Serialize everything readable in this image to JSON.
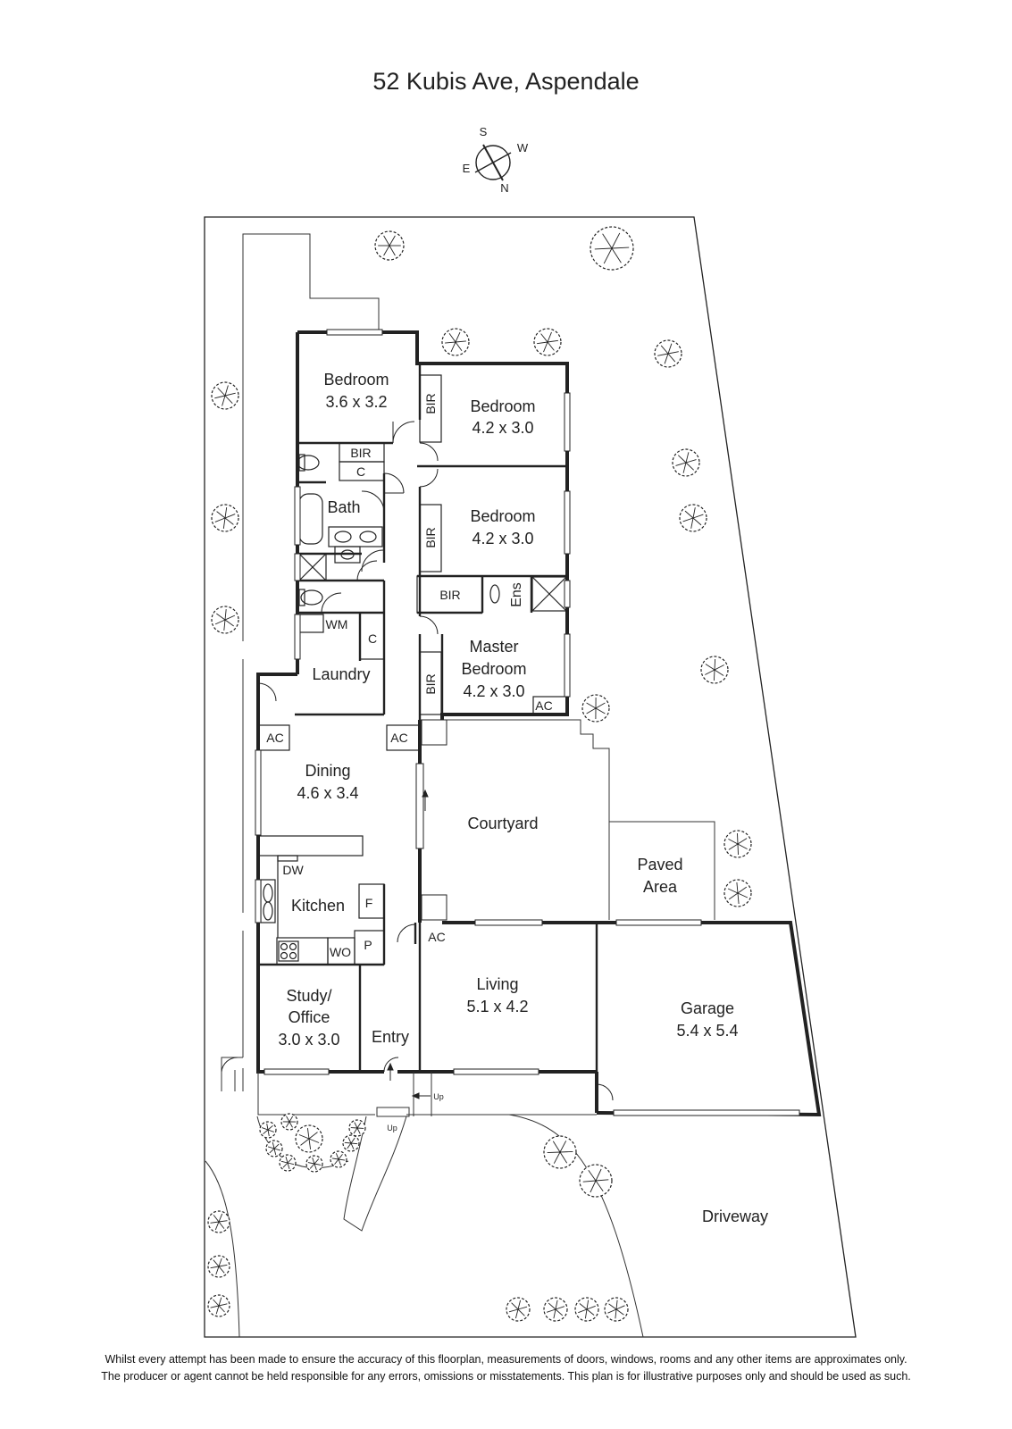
{
  "title": "52 Kubis Ave, Aspendale",
  "compass": {
    "s": "S",
    "w": "W",
    "e": "E",
    "n": "N"
  },
  "rooms": [
    {
      "id": "bedroom-1",
      "name": "Bedroom",
      "dims": "3.6 x 3.2"
    },
    {
      "id": "bedroom-2",
      "name": "Bedroom",
      "dims": "4.2 x 3.0"
    },
    {
      "id": "bedroom-3",
      "name": "Bedroom",
      "dims": "4.2 x 3.0"
    },
    {
      "id": "master-bedroom",
      "name": "Master",
      "name2": "Bedroom",
      "dims": "4.2 x 3.0"
    },
    {
      "id": "dining",
      "name": "Dining",
      "dims": "4.6 x 3.4"
    },
    {
      "id": "living",
      "name": "Living",
      "dims": "5.1 x 4.2"
    },
    {
      "id": "study",
      "name": "Study/",
      "name2": "Office",
      "dims": "3.0 x 3.0"
    },
    {
      "id": "garage",
      "name": "Garage",
      "dims": "5.4 x 5.4"
    }
  ],
  "labels": {
    "bath": "Bath",
    "laundry": "Laundry",
    "kitchen": "Kitchen",
    "entry": "Entry",
    "courtyard": "Courtyard",
    "paved1": "Paved",
    "paved2": "Area",
    "driveway": "Driveway",
    "ens": "Ens",
    "bir": "BIR",
    "c": "C",
    "wm": "WM",
    "ac": "AC",
    "dw": "DW",
    "f": "F",
    "p": "P",
    "wo": "WO",
    "up": "Up"
  },
  "disclaimer": [
    "Whilst every attempt has been made to ensure the accuracy of this floorplan, measurements of doors, windows, rooms and any other items are approximates only.",
    "The producer or agent cannot be held responsible for any errors, omissions or misstatements. This plan is for illustrative purposes only and should be used as such."
  ]
}
